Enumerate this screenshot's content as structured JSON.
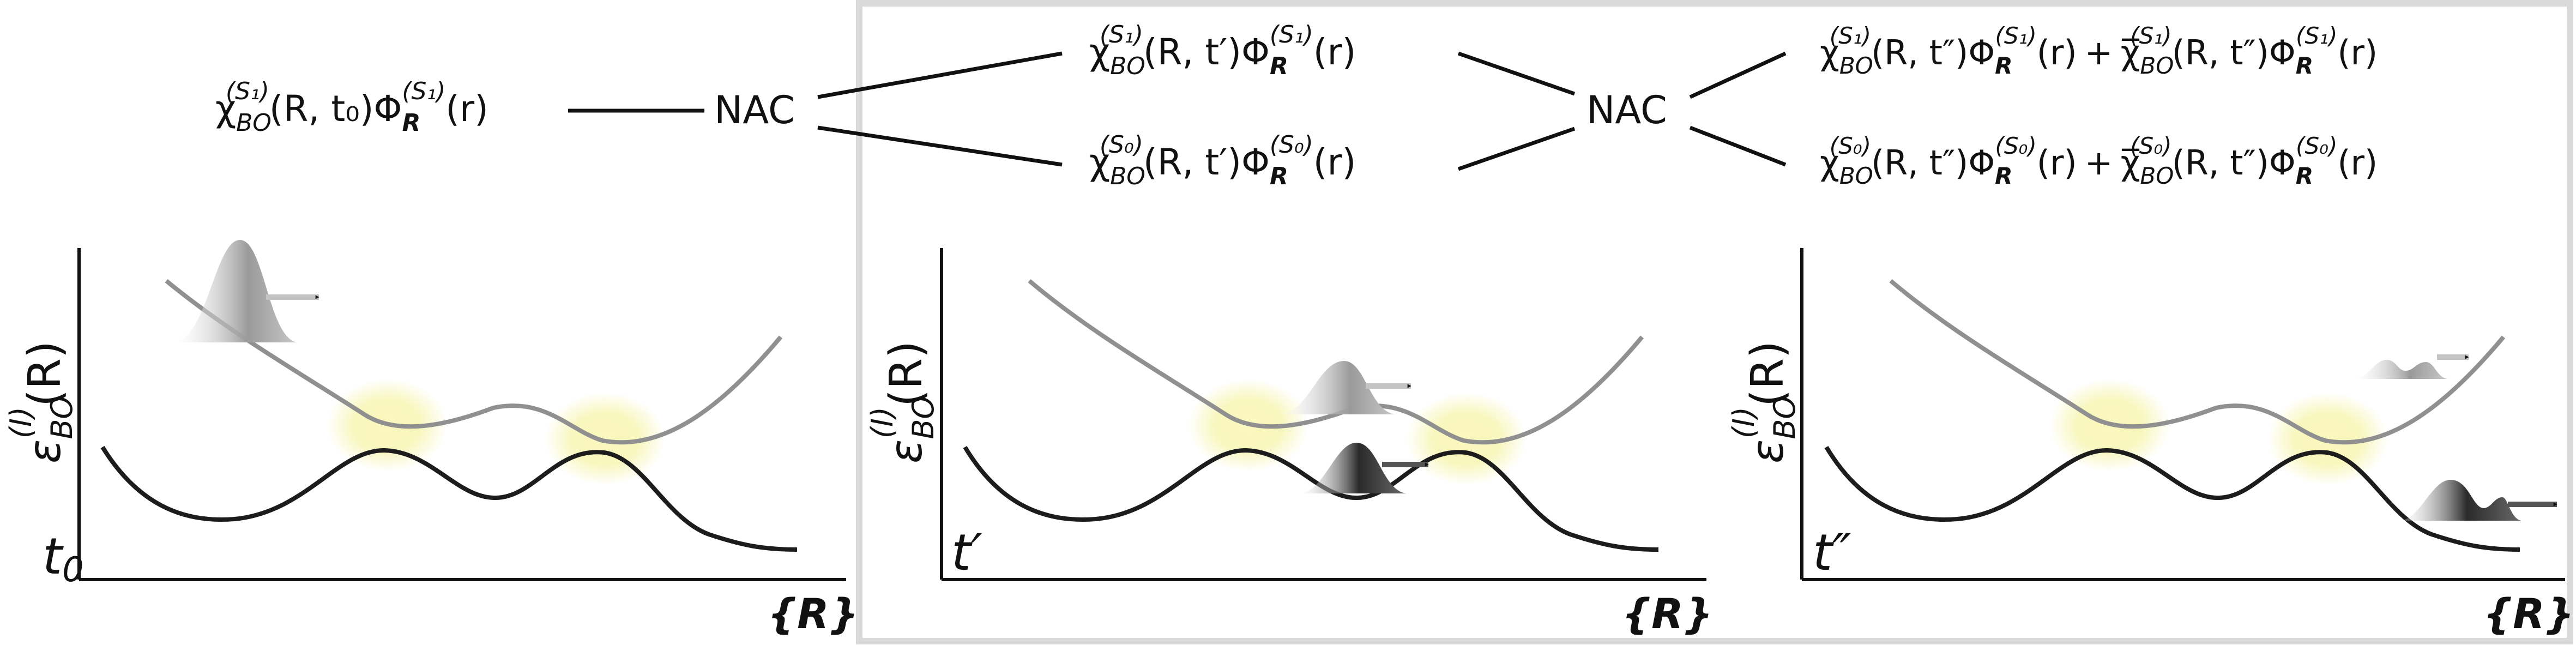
{
  "colors": {
    "upper_curve": "#909090",
    "lower_curve": "#1c1c1c",
    "axis": "#111111",
    "arrow": "#111111",
    "panel_border": "#dadada",
    "glow": "#f6f4a8"
  },
  "flow": {
    "initial": {
      "chi": "χ",
      "chi_sub": "BO",
      "chi_sup": "(S₁)",
      "args": "(R, t₀)",
      "phi": "Φ",
      "phi_sub": "R",
      "phi_sup": "(S₁)",
      "phi_args": "(r)"
    },
    "nac_label": "NAC",
    "mid_upper": {
      "chi": "χ",
      "chi_sub": "BO",
      "chi_sup": "(S₁)",
      "args": "(R, t′)",
      "phi": "Φ",
      "phi_sub": "R",
      "phi_sup": "(S₁)",
      "phi_args": "(r)"
    },
    "mid_lower": {
      "chi": "χ",
      "chi_sub": "BO",
      "chi_sup": "(S₀)",
      "args": "(R, t′)",
      "phi": "Φ",
      "phi_sub": "R",
      "phi_sup": "(S₀)",
      "phi_args": "(r)"
    },
    "final_upper": {
      "chi": "χ",
      "chi_sub": "BO",
      "chi_sup": "(S₁)",
      "args": "(R, t″)",
      "phi": "Φ",
      "phi_sub": "R",
      "phi_sup": "(S₁)",
      "phi_args": "(r)",
      "plus": "+",
      "chi2": "χ̅",
      "chi2_sub": "BO",
      "chi2_sup": "(S₁)",
      "args2": "(R, t″)",
      "phi2": "Φ",
      "phi2_sub": "R",
      "phi2_sup": "(S₁)",
      "phi2_args": "(r)"
    },
    "final_lower": {
      "chi": "χ",
      "chi_sub": "BO",
      "chi_sup": "(S₀)",
      "args": "(R, t″)",
      "phi": "Φ",
      "phi_sub": "R",
      "phi_sup": "(S₀)",
      "phi_args": "(r)",
      "plus": "+",
      "chi2": "χ̅",
      "chi2_sub": "BO",
      "chi2_sup": "(S₀)",
      "args2": "(R, t″)",
      "phi2": "Φ",
      "phi2_sub": "R",
      "phi2_sup": "(S₀)",
      "phi2_args": "(r)"
    }
  },
  "axes": {
    "y_label": {
      "eps": "ε",
      "sub": "BO",
      "sup": "(I)",
      "args": "(R)"
    },
    "x_label": "{R}"
  },
  "panels": [
    {
      "time": "t",
      "time_suffix": "0",
      "time_prime": ""
    },
    {
      "time": "t",
      "time_suffix": "",
      "time_prime": "′"
    },
    {
      "time": "t",
      "time_suffix": "",
      "time_prime": "″"
    }
  ]
}
